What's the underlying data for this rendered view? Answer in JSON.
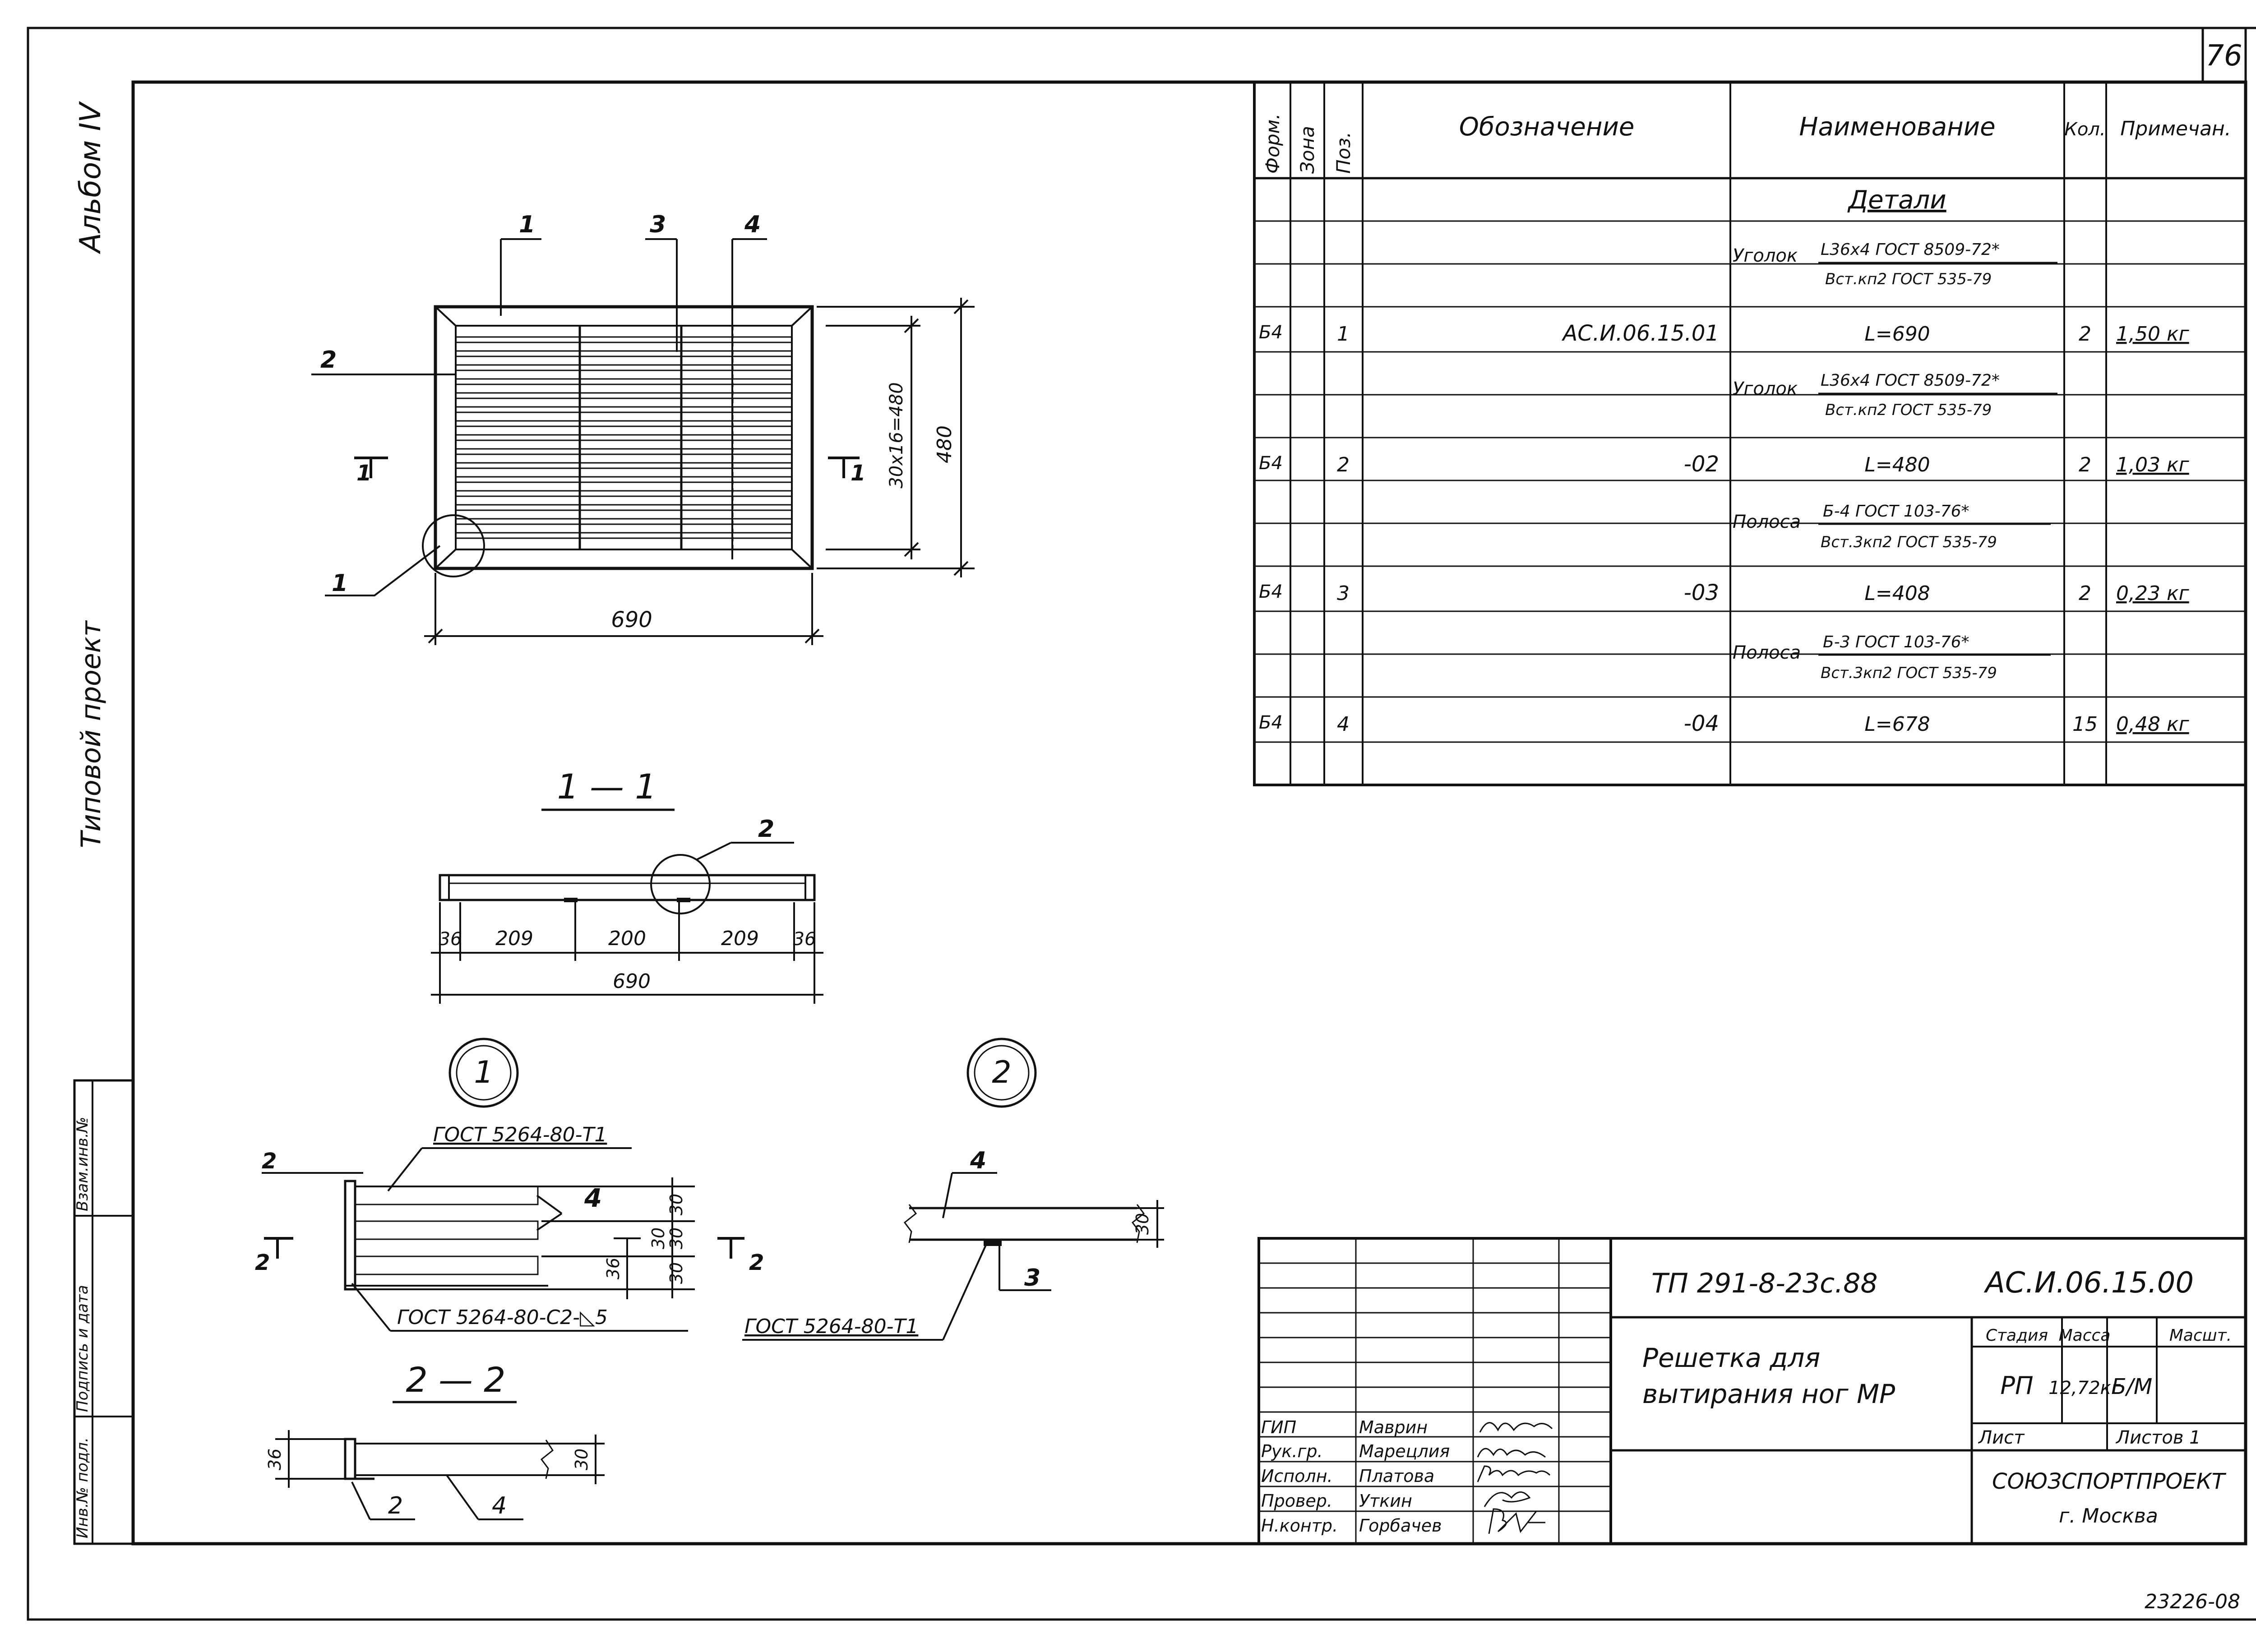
{
  "sheet_number": "76",
  "side_labels": {
    "album": "Альбом IV",
    "project_type": "Типовой проект",
    "stamp_cells": [
      "Инв.№ подл.",
      "Подпись и дата",
      "Взам.инв.№"
    ]
  },
  "specification": {
    "headers": {
      "format": "Форм.",
      "zone": "Зона",
      "position": "Поз.",
      "designation": "Обозначение",
      "name": "Наименование",
      "quantity": "Кол.",
      "note": "Примечан."
    },
    "section_title": "Детали",
    "rows": [
      {
        "name_prefix": "Уголок",
        "name_top": "L36x4 ГОСТ 8509-72*",
        "name_bottom": "Вст.кп2 ГОСТ 535-79"
      },
      {
        "format": "Б4",
        "position": "1",
        "designation": "АС.И.06.15.01",
        "length": "L=690",
        "quantity": "2",
        "note": "1,50 кг"
      },
      {
        "name_prefix": "Уголок",
        "name_top": "L36x4 ГОСТ 8509-72*",
        "name_bottom": "Вст.кп2 ГОСТ 535-79"
      },
      {
        "format": "Б4",
        "position": "2",
        "designation": "-02",
        "length": "L=480",
        "quantity": "2",
        "note": "1,03 кг"
      },
      {
        "name_prefix": "Полоса",
        "name_top": "Б-4 ГОСТ 103-76*",
        "name_bottom": "Вст.3кп2 ГОСТ 535-79"
      },
      {
        "format": "Б4",
        "position": "3",
        "designation": "-03",
        "length": "L=408",
        "quantity": "2",
        "note": "0,23 кг"
      },
      {
        "name_prefix": "Полоса",
        "name_top": "Б-3 ГОСТ 103-76*",
        "name_bottom": "Вст.3кп2 ГОСТ 535-79"
      },
      {
        "format": "Б4",
        "position": "4",
        "designation": "-04",
        "length": "L=678",
        "quantity": "15",
        "note": "0,48 кг"
      }
    ]
  },
  "plan_view": {
    "callouts": [
      "1",
      "3",
      "4",
      "2",
      "1"
    ],
    "section_mark": "1",
    "width": "690",
    "height_dim": "30x16=480",
    "height": "480"
  },
  "section_1_1": {
    "title": "1 — 1",
    "callout": "2",
    "dims": [
      "36",
      "209",
      "200",
      "209",
      "36"
    ],
    "total": "690"
  },
  "node_1": {
    "marker": "1",
    "callouts": [
      "2",
      "4"
    ],
    "weld_top": "ГОСТ 5264-80-Т1",
    "weld_bottom": "ГОСТ 5264-80-С2-◺5",
    "section_mark": "2",
    "dims": [
      "30",
      "30",
      "30",
      "30",
      "36"
    ]
  },
  "node_2": {
    "marker": "2",
    "callouts": [
      "4",
      "3"
    ],
    "weld": "ГОСТ 5264-80-Т1",
    "dim": "30"
  },
  "section_2_2": {
    "title": "2 — 2",
    "callouts": [
      "2",
      "4"
    ],
    "dims": [
      "36",
      "30"
    ]
  },
  "title_block": {
    "document_code": "ТП 291-8-23с.88",
    "drawing_code": "АС.И.06.15.00",
    "title_line1": "Решетка для",
    "title_line2": "вытирания ног МР",
    "stage_label": "Стадия",
    "mass_label": "Масса",
    "scale_label": "Масшт.",
    "stage": "РП",
    "mass": "12,72кг",
    "scale": "Б/М",
    "sheet_label": "Лист",
    "sheets_label": "Листов 1",
    "organization": "СОЮЗСПОРТПРОЕКТ",
    "city": "г. Москва",
    "staff": [
      {
        "role": "ГИП",
        "name": "Маврин"
      },
      {
        "role": "Рук.гр.",
        "name": "Марецлия"
      },
      {
        "role": "Исполн.",
        "name": "Платова"
      },
      {
        "role": "Провер.",
        "name": "Уткин"
      },
      {
        "role": "Н.контр.",
        "name": "Горбачев"
      }
    ]
  },
  "archive_number": "23226-08"
}
